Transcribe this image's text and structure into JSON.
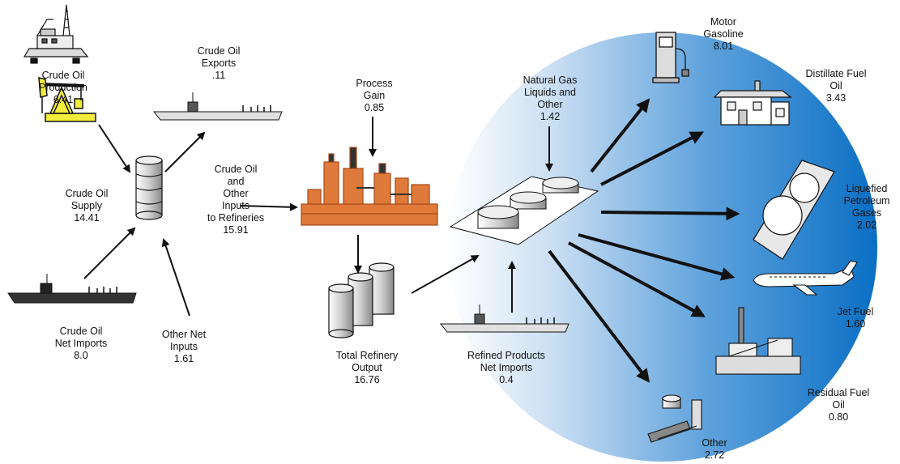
{
  "labels": {
    "crude_production": {
      "l1": "Crude Oil",
      "l2": "Production",
      "value": "6.41"
    },
    "crude_exports": {
      "l1": "Crude Oil",
      "l2": "Exports",
      "value": ".11"
    },
    "crude_supply": {
      "l1": "Crude Oil",
      "l2": "Supply",
      "value": "14.41"
    },
    "crude_imports": {
      "l1": "Crude Oil",
      "l2": "Net Imports",
      "value": "8.0"
    },
    "other_net_inputs": {
      "l1": "Other Net",
      "l2": "Inputs",
      "value": "1.61"
    },
    "refinery_inputs": {
      "l1": "Crude Oil",
      "l2": "and",
      "l3": "Other",
      "l4": "Inputs",
      "l5": "to Refineries",
      "value": "15.91"
    },
    "process_gain": {
      "l1": "Process",
      "l2": "Gain",
      "value": "0.85"
    },
    "total_output": {
      "l1": "Total Refinery",
      "l2": "Output",
      "value": "16.76"
    },
    "ngl": {
      "l1": "Natural Gas",
      "l2": "Liquids and",
      "l3": "Other",
      "value": "1.42"
    },
    "refined_imports": {
      "l1": "Refined Products",
      "l2": "Net Imports",
      "value": "0.4"
    },
    "motor_gasoline": {
      "l1": "Motor",
      "l2": "Gasoline",
      "value": "8.01"
    },
    "distillate": {
      "l1": "Distillate Fuel",
      "l2": "Oil",
      "value": "3.43"
    },
    "lpg": {
      "l1": "Liquefied",
      "l2": "Petroleum",
      "l3": "Gases",
      "value": "2.02"
    },
    "jet_fuel": {
      "l1": "Jet Fuel",
      "value": "1.60"
    },
    "residual": {
      "l1": "Residual Fuel",
      "l2": "Oil",
      "value": "0.80"
    },
    "other": {
      "l1": "Other",
      "value": "2.72"
    }
  },
  "colors": {
    "ink": "#111111",
    "refinery": "#e07a3a",
    "refinery_dark": "#a44a18",
    "pumpjack": "#f2ec3a",
    "circle_light": "#ffffff",
    "circle_dark": "#0a6fc4"
  }
}
